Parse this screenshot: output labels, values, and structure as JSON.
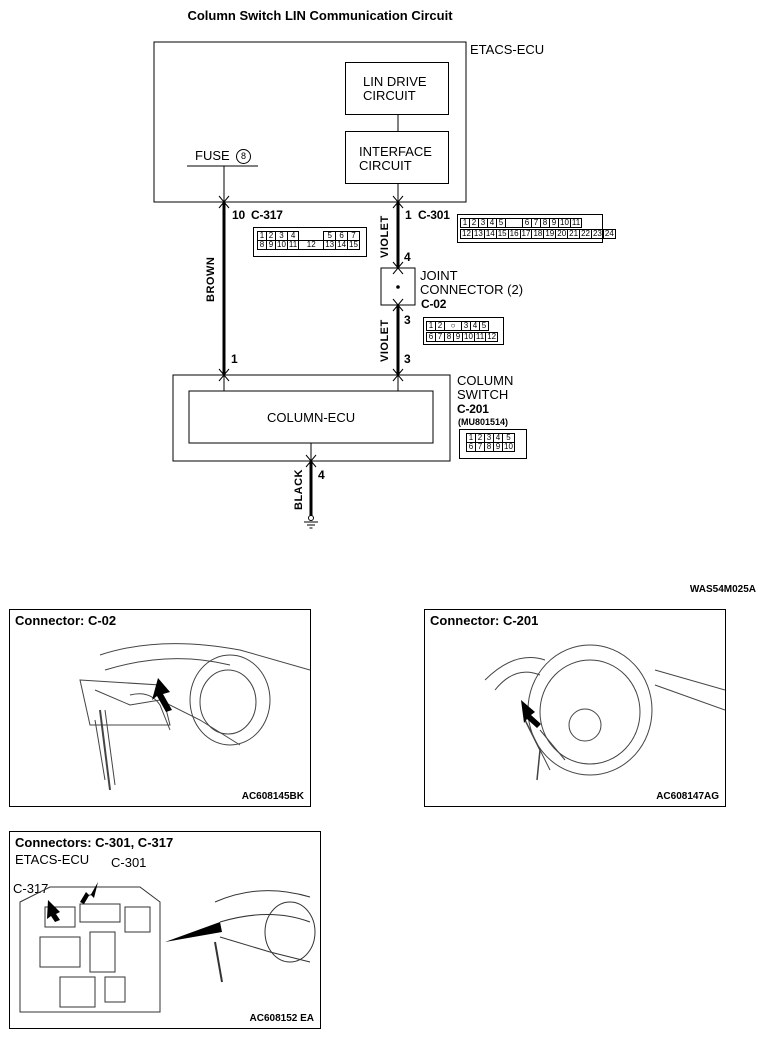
{
  "title": "Column Switch LIN Communication Circuit",
  "etacs": {
    "label": "ETACS-ECU",
    "lin_drive": [
      "LIN DRIVE",
      "CIRCUIT"
    ],
    "interface": [
      "INTERFACE",
      "CIRCUIT"
    ],
    "fuse_label": "FUSE",
    "fuse_num": "8"
  },
  "wires": {
    "left": {
      "pin_top": "10",
      "connector": "C-317",
      "color": "BROWN",
      "pin_bottom": "1"
    },
    "right_top": {
      "pin_top": "1",
      "connector": "C-301",
      "color": "VIOLET",
      "pin_bottom": "4"
    },
    "right_bottom": {
      "pin_top": "3",
      "color": "VIOLET",
      "pin_bottom": "3"
    },
    "ground": {
      "color": "BLACK",
      "pin": "4"
    }
  },
  "joint": {
    "lines": [
      "JOINT",
      "CONNECTOR (2)"
    ],
    "connector": "C-02"
  },
  "column_switch": {
    "lines": [
      "COLUMN",
      "SWITCH"
    ],
    "connector": "C-201",
    "part": "(MU801514)",
    "ecu": "COLUMN-ECU"
  },
  "conn_c317": {
    "row1": [
      "1",
      "2",
      "3",
      "4",
      "",
      "5",
      "6",
      "7"
    ],
    "row2": [
      "8",
      "9",
      "10",
      "11",
      "12",
      "13",
      "14",
      "15"
    ]
  },
  "conn_c301": {
    "row1": [
      "1",
      "2",
      "3",
      "4",
      "5",
      "",
      "6",
      "7",
      "8",
      "9",
      "10",
      "11"
    ],
    "row2": [
      "12",
      "13",
      "14",
      "15",
      "16",
      "17",
      "18",
      "19",
      "20",
      "21",
      "22",
      "23",
      "24"
    ]
  },
  "conn_c02": {
    "row1": [
      "1",
      "2",
      "",
      "3",
      "4",
      "5"
    ],
    "row2": [
      "6",
      "7",
      "8",
      "9",
      "10",
      "11",
      "12"
    ]
  },
  "conn_c201": {
    "row1": [
      "1",
      "2",
      "3",
      "4",
      "5"
    ],
    "row2": [
      "6",
      "7",
      "8",
      "9",
      "10"
    ]
  },
  "figure_code": "WAS54M025A",
  "panels": [
    {
      "title": "Connector: C-02",
      "code": "AC608145BK"
    },
    {
      "title": "Connector: C-201",
      "code": "AC608147AG"
    },
    {
      "title": "Connectors: C-301, C-317",
      "code": "AC608152 EA",
      "ecu": "ETACS-ECU",
      "c301": "C-301",
      "c317": "C-317"
    }
  ]
}
